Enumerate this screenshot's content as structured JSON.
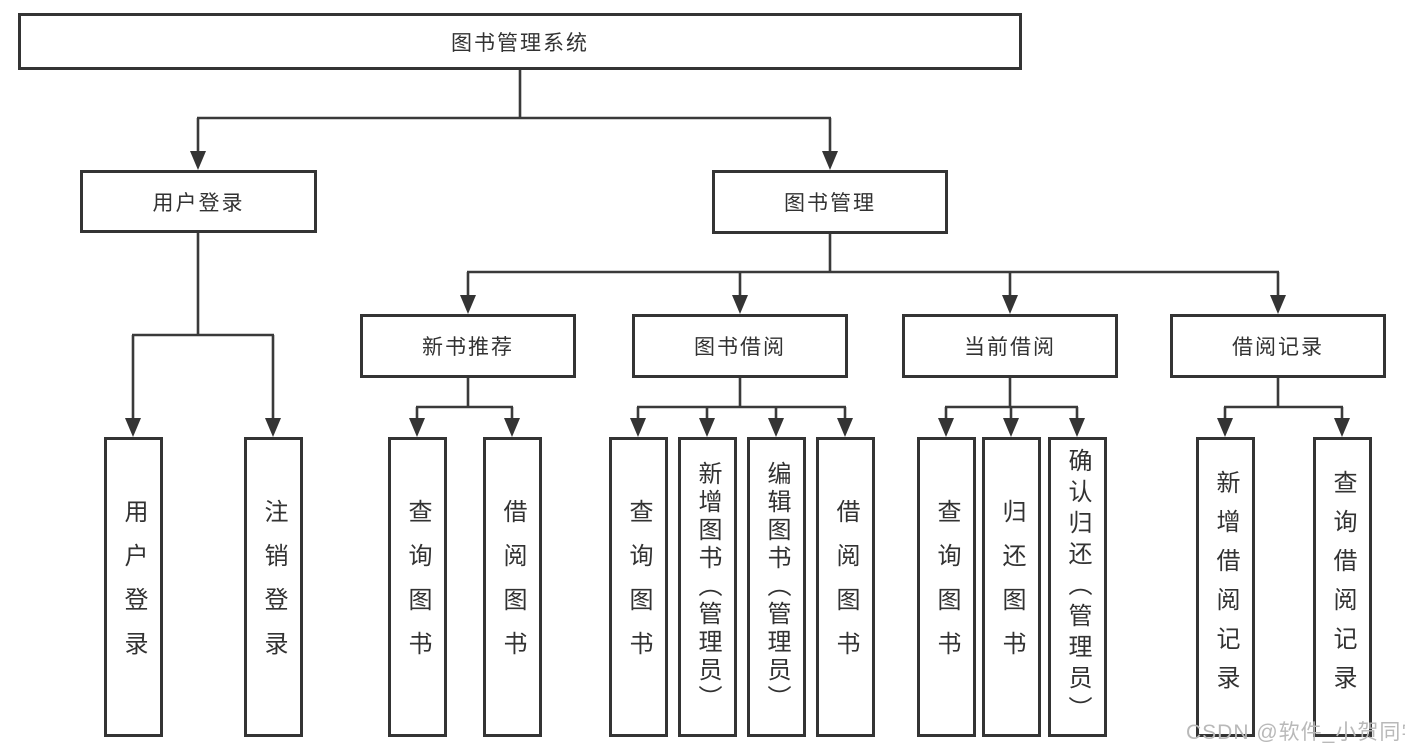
{
  "diagram": {
    "root": {
      "label": "图书管理系统"
    },
    "level2": [
      {
        "label": "用户登录",
        "leaves": [
          "用户登录",
          "注销登录"
        ]
      },
      {
        "label": "图书管理"
      }
    ],
    "level3": [
      {
        "label": "新书推荐",
        "leaves": [
          "查询图书",
          "借阅图书"
        ]
      },
      {
        "label": "图书借阅",
        "leaves": [
          "查询图书",
          "新增图书（管理员）",
          "编辑图书（管理员）",
          "借阅图书"
        ]
      },
      {
        "label": "当前借阅",
        "leaves": [
          "查询图书",
          "归还图书",
          "确认归还（管理员）"
        ]
      },
      {
        "label": "借阅记录",
        "leaves": [
          "新增借阅记录",
          "查询借阅记录"
        ]
      }
    ]
  },
  "watermark": "CSDN @软件_小贺同学",
  "colors": {
    "line": "#3a3a3a",
    "border": "#343434",
    "text": "#323232",
    "watermark": "#b9b9b9",
    "background": "#ffffff"
  }
}
